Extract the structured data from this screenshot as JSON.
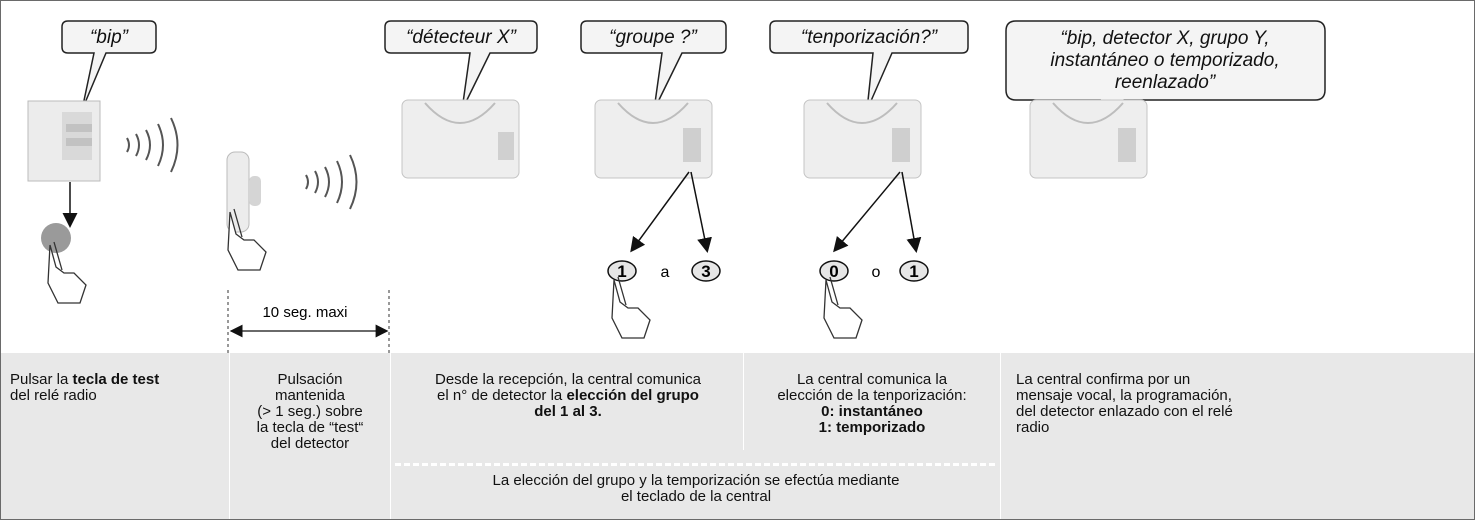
{
  "bubbles": {
    "bip": "“bip”",
    "detecteur": "“détecteur X”",
    "groupe": "“groupe ?”",
    "temporizacion": "“tenporización?”",
    "final_line1": "“bip, detector X, grupo Y,",
    "final_line2": "instantáneo o temporizado,",
    "final_line3": "reenlazado”"
  },
  "timing": {
    "label": "10 seg. maxi"
  },
  "keys": {
    "group_from": "1",
    "group_conj": "a",
    "group_to": "3",
    "delay_a": "0",
    "delay_conj": "o",
    "delay_b": "1"
  },
  "steps": {
    "step1": {
      "text1": "Pulsar la ",
      "bold": "tecla de test",
      "text2": "del relé radio"
    },
    "step2": {
      "line1": "Pulsación",
      "line2": "mantenida",
      "line3": "(> 1 seg.) sobre",
      "line4": "la tecla de “test“",
      "line5": "del detector"
    },
    "step3": {
      "line1": "Desde la recepción, la central comunica",
      "line2a": "el n° de detector la ",
      "line2b": "elección del grupo",
      "line3": "del 1 al 3."
    },
    "step4": {
      "line1": "La central comunica la",
      "line2": "elección de la tenporización:",
      "line3": "0: instantáneo",
      "line4": "1: temporizado"
    },
    "step5": {
      "line1": "La central confirma por un",
      "line2": "mensaje vocal, la programación,",
      "line3": "del detector enlazado con el relé",
      "line4": "radio"
    },
    "shared": {
      "line1": "La elección del grupo y la temporización se efectúa mediante",
      "line2": "el teclado de la central"
    }
  },
  "colors": {
    "panel": "#e8e8e8",
    "border": "#6a6a6a",
    "device": "#eeeeee"
  }
}
